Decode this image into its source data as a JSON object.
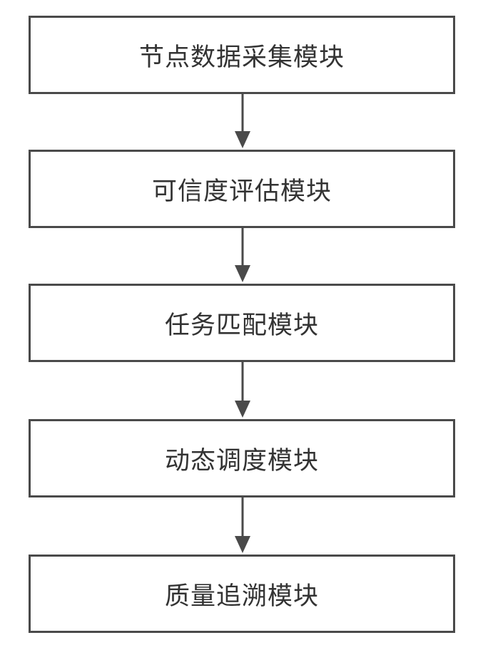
{
  "flowchart": {
    "nodes": [
      {
        "label": "节点数据采集模块"
      },
      {
        "label": "可信度评估模块"
      },
      {
        "label": "任务匹配模块"
      },
      {
        "label": "动态调度模块"
      },
      {
        "label": "质量追溯模块"
      }
    ],
    "edges": [
      {
        "from": 0,
        "to": 1
      },
      {
        "from": 1,
        "to": 2
      },
      {
        "from": 2,
        "to": 3
      },
      {
        "from": 3,
        "to": 4
      }
    ],
    "colors": {
      "line": "#4a4a4a",
      "text": "#333333",
      "background": "#ffffff"
    }
  }
}
